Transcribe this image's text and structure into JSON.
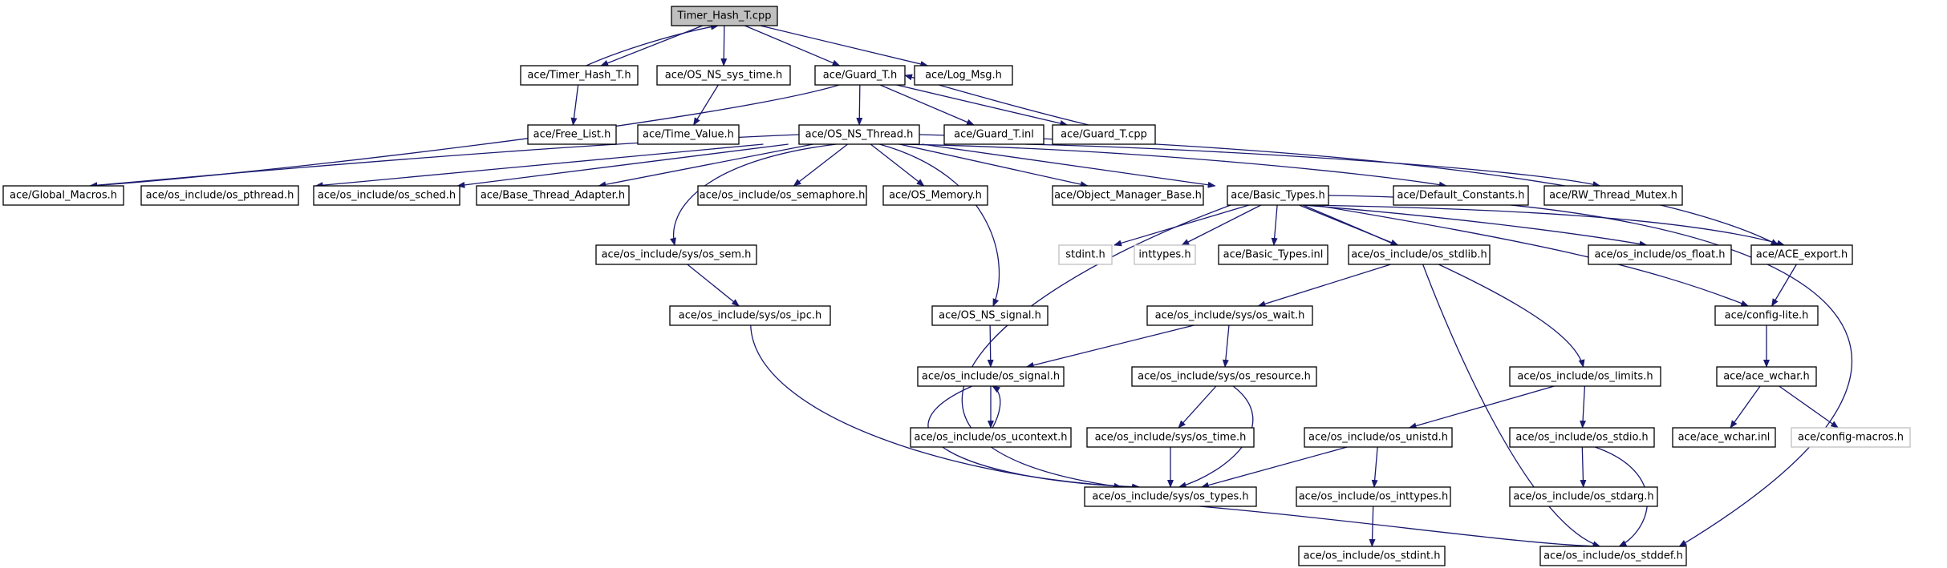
{
  "diagram": {
    "edge_color": "#191970",
    "root_fill": "#bfbfbf",
    "external_border": "#bfbfbf",
    "nodes": [
      {
        "id": "timer_hash_t_cpp",
        "label": "Timer_Hash_T.cpp",
        "kind": "root"
      },
      {
        "id": "timer_hash_t_h",
        "label": "ace/Timer_Hash_T.h",
        "kind": "normal"
      },
      {
        "id": "os_ns_sys_time_h",
        "label": "ace/OS_NS_sys_time.h",
        "kind": "normal"
      },
      {
        "id": "guard_t_h",
        "label": "ace/Guard_T.h",
        "kind": "normal"
      },
      {
        "id": "log_msg_h",
        "label": "ace/Log_Msg.h",
        "kind": "normal"
      },
      {
        "id": "free_list_h",
        "label": "ace/Free_List.h",
        "kind": "normal"
      },
      {
        "id": "time_value_h",
        "label": "ace/Time_Value.h",
        "kind": "normal"
      },
      {
        "id": "os_ns_thread_h",
        "label": "ace/OS_NS_Thread.h",
        "kind": "normal"
      },
      {
        "id": "guard_t_inl",
        "label": "ace/Guard_T.inl",
        "kind": "normal"
      },
      {
        "id": "guard_t_cpp",
        "label": "ace/Guard_T.cpp",
        "kind": "normal"
      },
      {
        "id": "global_macros_h",
        "label": "ace/Global_Macros.h",
        "kind": "normal"
      },
      {
        "id": "os_pthread_h",
        "label": "ace/os_include/os_pthread.h",
        "kind": "normal"
      },
      {
        "id": "os_sched_h",
        "label": "ace/os_include/os_sched.h",
        "kind": "normal"
      },
      {
        "id": "base_thread_adapter_h",
        "label": "ace/Base_Thread_Adapter.h",
        "kind": "normal"
      },
      {
        "id": "os_semaphore_h",
        "label": "ace/os_include/os_semaphore.h",
        "kind": "normal"
      },
      {
        "id": "os_memory_h",
        "label": "ace/OS_Memory.h",
        "kind": "normal"
      },
      {
        "id": "object_manager_base_h",
        "label": "ace/Object_Manager_Base.h",
        "kind": "normal"
      },
      {
        "id": "basic_types_h",
        "label": "ace/Basic_Types.h",
        "kind": "normal"
      },
      {
        "id": "default_constants_h",
        "label": "ace/Default_Constants.h",
        "kind": "normal"
      },
      {
        "id": "rw_thread_mutex_h",
        "label": "ace/RW_Thread_Mutex.h",
        "kind": "normal"
      },
      {
        "id": "os_sem_h",
        "label": "ace/os_include/sys/os_sem.h",
        "kind": "normal"
      },
      {
        "id": "stdint_h",
        "label": "stdint.h",
        "kind": "external"
      },
      {
        "id": "inttypes_h",
        "label": "inttypes.h",
        "kind": "external"
      },
      {
        "id": "basic_types_inl",
        "label": "ace/Basic_Types.inl",
        "kind": "normal"
      },
      {
        "id": "os_stdlib_h",
        "label": "ace/os_include/os_stdlib.h",
        "kind": "normal"
      },
      {
        "id": "os_float_h",
        "label": "ace/os_include/os_float.h",
        "kind": "normal"
      },
      {
        "id": "ace_export_h",
        "label": "ace/ACE_export.h",
        "kind": "normal"
      },
      {
        "id": "os_ipc_h",
        "label": "ace/os_include/sys/os_ipc.h",
        "kind": "normal"
      },
      {
        "id": "os_ns_signal_h",
        "label": "ace/OS_NS_signal.h",
        "kind": "normal"
      },
      {
        "id": "os_wait_h",
        "label": "ace/os_include/sys/os_wait.h",
        "kind": "normal"
      },
      {
        "id": "config_lite_h",
        "label": "ace/config-lite.h",
        "kind": "normal"
      },
      {
        "id": "os_signal_h",
        "label": "ace/os_include/os_signal.h",
        "kind": "normal"
      },
      {
        "id": "os_resource_h",
        "label": "ace/os_include/sys/os_resource.h",
        "kind": "normal"
      },
      {
        "id": "os_limits_h",
        "label": "ace/os_include/os_limits.h",
        "kind": "normal"
      },
      {
        "id": "ace_wchar_h",
        "label": "ace/ace_wchar.h",
        "kind": "normal"
      },
      {
        "id": "os_ucontext_h",
        "label": "ace/os_include/os_ucontext.h",
        "kind": "normal"
      },
      {
        "id": "os_sys_time_h",
        "label": "ace/os_include/sys/os_time.h",
        "kind": "normal"
      },
      {
        "id": "os_unistd_h",
        "label": "ace/os_include/os_unistd.h",
        "kind": "normal"
      },
      {
        "id": "os_stdio_h",
        "label": "ace/os_include/os_stdio.h",
        "kind": "normal"
      },
      {
        "id": "ace_wchar_inl",
        "label": "ace/ace_wchar.inl",
        "kind": "normal"
      },
      {
        "id": "config_macros_h",
        "label": "ace/config-macros.h",
        "kind": "external"
      },
      {
        "id": "os_types_h",
        "label": "ace/os_include/sys/os_types.h",
        "kind": "normal"
      },
      {
        "id": "os_inttypes_h",
        "label": "ace/os_include/os_inttypes.h",
        "kind": "normal"
      },
      {
        "id": "os_stdarg_h",
        "label": "ace/os_include/os_stdarg.h",
        "kind": "normal"
      },
      {
        "id": "os_stdint_h",
        "label": "ace/os_include/os_stdint.h",
        "kind": "normal"
      },
      {
        "id": "os_stddef_h",
        "label": "ace/os_include/os_stddef.h",
        "kind": "normal"
      }
    ],
    "edges": [
      [
        "timer_hash_t_cpp",
        "timer_hash_t_h"
      ],
      [
        "timer_hash_t_h",
        "timer_hash_t_cpp"
      ],
      [
        "timer_hash_t_cpp",
        "os_ns_sys_time_h"
      ],
      [
        "timer_hash_t_cpp",
        "guard_t_h"
      ],
      [
        "timer_hash_t_cpp",
        "log_msg_h"
      ],
      [
        "timer_hash_t_h",
        "free_list_h"
      ],
      [
        "os_ns_sys_time_h",
        "time_value_h"
      ],
      [
        "guard_t_h",
        "os_ns_thread_h"
      ],
      [
        "guard_t_h",
        "guard_t_inl"
      ],
      [
        "guard_t_h",
        "guard_t_cpp"
      ],
      [
        "guard_t_cpp",
        "guard_t_h"
      ],
      [
        "guard_t_h",
        "global_macros_h"
      ],
      [
        "os_ns_thread_h",
        "global_macros_h"
      ],
      [
        "os_ns_thread_h",
        "os_pthread_h"
      ],
      [
        "os_ns_thread_h",
        "os_sched_h"
      ],
      [
        "os_ns_thread_h",
        "base_thread_adapter_h"
      ],
      [
        "os_ns_thread_h",
        "os_semaphore_h"
      ],
      [
        "os_ns_thread_h",
        "os_memory_h"
      ],
      [
        "os_ns_thread_h",
        "object_manager_base_h"
      ],
      [
        "os_ns_thread_h",
        "basic_types_h"
      ],
      [
        "os_ns_thread_h",
        "default_constants_h"
      ],
      [
        "os_ns_thread_h",
        "ace_export_h"
      ],
      [
        "os_ns_thread_h",
        "os_sem_h"
      ],
      [
        "os_ns_thread_h",
        "os_ns_signal_h"
      ],
      [
        "guard_t_inl",
        "rw_thread_mutex_h"
      ],
      [
        "basic_types_h",
        "stdint_h"
      ],
      [
        "basic_types_h",
        "inttypes_h"
      ],
      [
        "basic_types_h",
        "basic_types_inl"
      ],
      [
        "basic_types_h",
        "os_stdlib_h"
      ],
      [
        "basic_types_h",
        "os_float_h"
      ],
      [
        "basic_types_h",
        "ace_export_h"
      ],
      [
        "basic_types_h",
        "config_lite_h"
      ],
      [
        "basic_types_h",
        "os_limits_h"
      ],
      [
        "basic_types_h",
        "os_types_h"
      ],
      [
        "basic_types_h",
        "os_stddef_h"
      ],
      [
        "os_sem_h",
        "os_ipc_h"
      ],
      [
        "os_ipc_h",
        "os_types_h"
      ],
      [
        "os_stdlib_h",
        "os_wait_h"
      ],
      [
        "os_stdlib_h",
        "os_stddef_h"
      ],
      [
        "ace_export_h",
        "config_lite_h"
      ],
      [
        "os_ns_signal_h",
        "os_signal_h"
      ],
      [
        "os_wait_h",
        "os_signal_h"
      ],
      [
        "os_wait_h",
        "os_resource_h"
      ],
      [
        "config_lite_h",
        "ace_wchar_h"
      ],
      [
        "os_signal_h",
        "os_ucontext_h"
      ],
      [
        "os_ucontext_h",
        "os_signal_h"
      ],
      [
        "os_signal_h",
        "os_types_h"
      ],
      [
        "os_resource_h",
        "os_sys_time_h"
      ],
      [
        "os_resource_h",
        "os_types_h"
      ],
      [
        "os_sys_time_h",
        "os_types_h"
      ],
      [
        "os_limits_h",
        "os_unistd_h"
      ],
      [
        "os_limits_h",
        "os_stdio_h"
      ],
      [
        "ace_wchar_h",
        "ace_wchar_inl"
      ],
      [
        "ace_wchar_h",
        "config_macros_h"
      ],
      [
        "os_unistd_h",
        "os_types_h"
      ],
      [
        "os_unistd_h",
        "os_inttypes_h"
      ],
      [
        "os_stdio_h",
        "os_stdarg_h"
      ],
      [
        "os_stdio_h",
        "os_stddef_h"
      ],
      [
        "os_inttypes_h",
        "os_stdint_h"
      ],
      [
        "os_types_h",
        "os_stddef_h"
      ]
    ]
  }
}
